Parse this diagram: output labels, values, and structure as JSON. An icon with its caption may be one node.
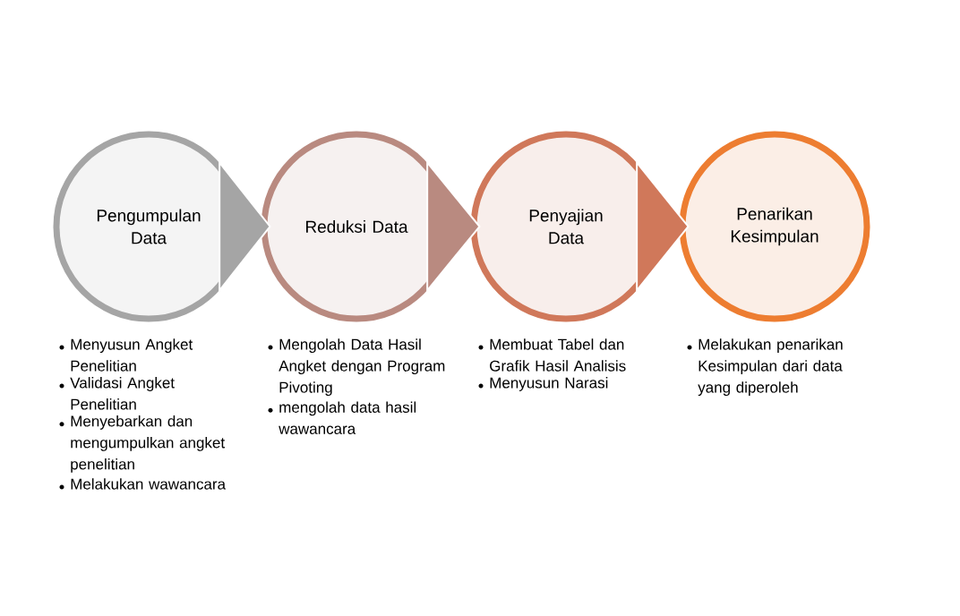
{
  "diagram": {
    "nodes": [
      {
        "text": [
          "Pengumpulan Data"
        ],
        "beside": [
          "Menyusun Angket Penelitian",
          "Validasi Angket Penelitian",
          "Menyebarkan dan mengumpulkan angket penelitian",
          "Melakukan wawancara"
        ]
      },
      {
        "text": [
          "Reduksi Data"
        ],
        "beside": [
          "Mengolah Data Hasil Angket dengan Program Pivoting",
          "mengolah data hasil wawancara"
        ]
      },
      {
        "text": [
          "Penyajian Data"
        ],
        "beside": [
          "Membuat Tabel dan Grafik Hasil Analisis",
          "Menyusun Narasi"
        ]
      },
      {
        "text": [
          "Penarikan Kesimpulan"
        ],
        "beside": [
          "Melakukan penarikan Kesimpulan dari data yang diperoleh"
        ]
      }
    ],
    "edges": [
      {
        "from": 0,
        "to": 1,
        "arrow": "to",
        "color": "#a5a5a5"
      },
      {
        "from": 1,
        "to": 2,
        "arrow": "to",
        "color": "#b98a80"
      },
      {
        "from": 2,
        "to": 3,
        "arrow": "to",
        "color": "#d0785a"
      }
    ]
  }
}
